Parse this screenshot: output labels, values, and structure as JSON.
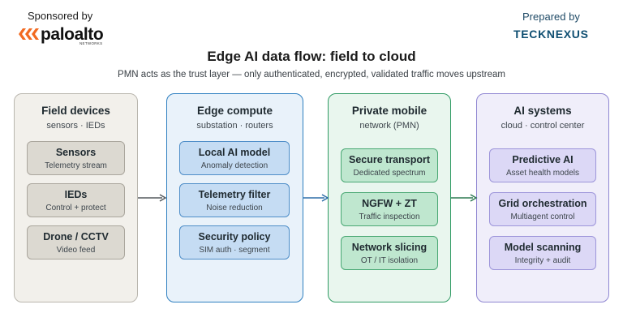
{
  "header": {
    "sponsor_label": "Sponsored by",
    "sponsor_brand": "paloalto",
    "sponsor_brand_sub": "NETWORKS",
    "prepared_label": "Prepared by",
    "prepared_brand": "TECKNEXUS"
  },
  "title": "Edge AI data flow: field to cloud",
  "subtitle": "PMN acts as the trust layer — only authenticated, encrypted, validated traffic moves upstream",
  "colors": {
    "field": "#b9b6ae",
    "edge": "#2e7fc0",
    "pmn": "#2f9a63",
    "ai": "#8f86d2",
    "brand_orange": "#f26a21"
  },
  "columns": [
    {
      "title": "Field devices",
      "subtitle": "sensors · IEDs",
      "cards": [
        {
          "title": "Sensors",
          "subtitle": "Telemetry stream"
        },
        {
          "title": "IEDs",
          "subtitle": "Control + protect"
        },
        {
          "title": "Drone / CCTV",
          "subtitle": "Video feed"
        }
      ]
    },
    {
      "title": "Edge compute",
      "subtitle": "substation · routers",
      "cards": [
        {
          "title": "Local AI model",
          "subtitle": "Anomaly detection"
        },
        {
          "title": "Telemetry filter",
          "subtitle": "Noise reduction"
        },
        {
          "title": "Security policy",
          "subtitle": "SIM auth · segment"
        }
      ]
    },
    {
      "title": "Private mobile",
      "subtitle": "network (PMN)",
      "cards": [
        {
          "title": "Secure transport",
          "subtitle": "Dedicated spectrum"
        },
        {
          "title": "NGFW + ZT",
          "subtitle": "Traffic inspection"
        },
        {
          "title": "Network slicing",
          "subtitle": "OT / IT isolation"
        }
      ]
    },
    {
      "title": "AI systems",
      "subtitle": "cloud · control center",
      "cards": [
        {
          "title": "Predictive AI",
          "subtitle": "Asset health models"
        },
        {
          "title": "Grid orchestration",
          "subtitle": "Multiagent control"
        },
        {
          "title": "Model scanning",
          "subtitle": "Integrity + audit"
        }
      ]
    }
  ]
}
